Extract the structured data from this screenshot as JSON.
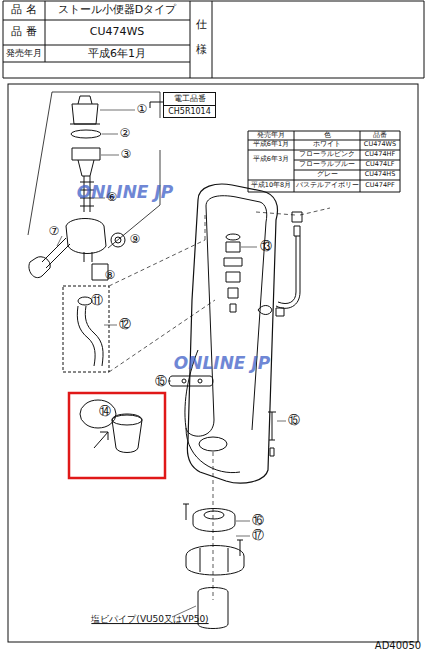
{
  "diagram": {
    "nodes": [
      {
        "text": [
          "電工品番",
          "CH5R1014"
        ]
      }
    ],
    "labels": [
      "品 名",
      "ストール小便器Dタイプ",
      "品 番",
      "CU474WS",
      "発売年月",
      "平成6年1月",
      "仕",
      "様",
      "発売年月",
      "色",
      "品番",
      "平成6年1月",
      "ホワイト",
      "CU474WS",
      "平成6年3月",
      "フローラルピンク",
      "CU474HF",
      "フローラルブルー",
      "CU474LF",
      "グレー",
      "CU474HS",
      "平成10年8月",
      "パステルアイボリー",
      "CU474PF",
      "ONLINE JP",
      "ONLINE JP",
      "①",
      "②",
      "③",
      "⑥",
      "⑦",
      "⑨",
      "⑧",
      "⑪",
      "⑫",
      "⑬",
      "⑮",
      "⑭",
      "⑮",
      "⑯",
      "⑰",
      "塩ビパイプ(VU50又はVP50)",
      "AD40050"
    ]
  }
}
